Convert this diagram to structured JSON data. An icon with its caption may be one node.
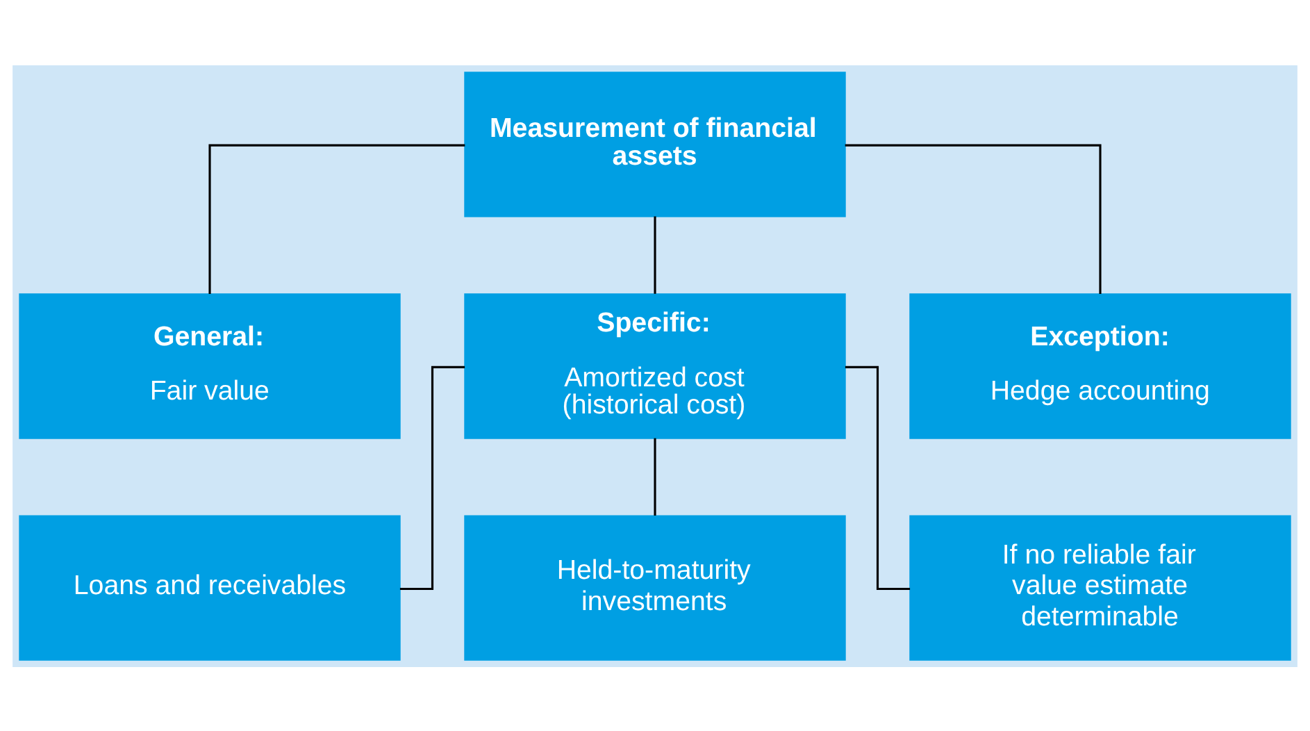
{
  "diagram": {
    "nodes": [
      {
        "text": [
          "Measurement of financial assets"
        ]
      },
      {
        "text": [
          "General:",
          "Fair value"
        ]
      },
      {
        "text": [
          "Specific:",
          "Amortized cost (historical cost)"
        ]
      },
      {
        "text": [
          "Exception:",
          "Hedge accounting"
        ]
      },
      {
        "text": [
          "Loans and receivables"
        ]
      },
      {
        "text": [
          "Held-to-maturity investments"
        ]
      },
      {
        "text": [
          "If no reliable fair value estimate determinable"
        ]
      }
    ],
    "edges": [
      {
        "from": 0,
        "to": 1,
        "arrow": "none"
      },
      {
        "from": 0,
        "to": 2,
        "arrow": "none"
      },
      {
        "from": 0,
        "to": 3,
        "arrow": "none"
      },
      {
        "from": 2,
        "to": 4,
        "arrow": "none"
      },
      {
        "from": 2,
        "to": 5,
        "arrow": "none"
      },
      {
        "from": 2,
        "to": 6,
        "arrow": "none"
      }
    ]
  }
}
